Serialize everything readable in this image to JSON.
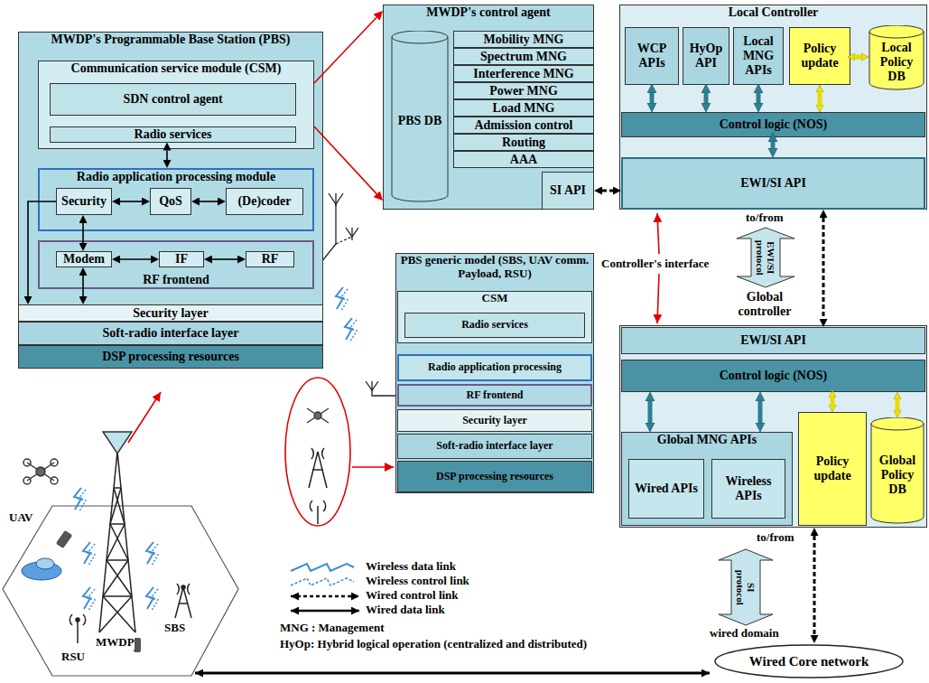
{
  "diagram": {
    "nodes": [
      {
        "text": [
          "MWDP's Programmable Base Station (PBS)"
        ]
      },
      {
        "text": [
          "Communication service module (CSM)"
        ],
        "in": 0
      },
      {
        "text": [
          "SDN control agent"
        ],
        "in": 1
      },
      {
        "text": [
          "Radio services"
        ],
        "in": 1
      },
      {
        "text": [
          "Radio application processing module"
        ],
        "in": 0
      },
      {
        "text": [
          "Security"
        ],
        "in": 4
      },
      {
        "text": [
          "QoS"
        ],
        "in": 4
      },
      {
        "text": [
          "(De)coder"
        ],
        "in": 4
      },
      {
        "text": [
          "RF frontend"
        ],
        "in": 0
      },
      {
        "text": [
          "Modem"
        ],
        "in": 8
      },
      {
        "text": [
          "IF"
        ],
        "in": 8
      },
      {
        "text": [
          "RF"
        ],
        "in": 8
      },
      {
        "text": [
          "Security layer"
        ],
        "in": 0
      },
      {
        "text": [
          "Soft-radio interface layer"
        ],
        "in": 0
      },
      {
        "text": [
          "DSP processing resources"
        ],
        "in": 0
      },
      {
        "text": [
          "MWDP's control agent"
        ]
      },
      {
        "text": [
          "PBS DB"
        ],
        "in": 15
      },
      {
        "text": [
          "Mobility MNG"
        ],
        "in": 15
      },
      {
        "text": [
          "Spectrum MNG"
        ],
        "in": 15
      },
      {
        "text": [
          "Interference MNG"
        ],
        "in": 15
      },
      {
        "text": [
          "Power MNG"
        ],
        "in": 15
      },
      {
        "text": [
          "Load MNG"
        ],
        "in": 15
      },
      {
        "text": [
          "Admission control"
        ],
        "in": 15
      },
      {
        "text": [
          "Routing"
        ],
        "in": 15
      },
      {
        "text": [
          "AAA"
        ],
        "in": 15
      },
      {
        "text": [
          "SI API"
        ],
        "in": 15
      },
      {
        "text": [
          "Local Controller"
        ]
      },
      {
        "text": [
          "WCP APIs"
        ],
        "in": 26
      },
      {
        "text": [
          "HyOp API"
        ],
        "in": 26
      },
      {
        "text": [
          "Local MNG APIs"
        ],
        "in": 26
      },
      {
        "text": [
          "Policy update"
        ],
        "in": 26
      },
      {
        "text": [
          "Local Policy DB"
        ],
        "in": 26
      },
      {
        "text": [
          "Control logic (NOS)"
        ],
        "in": 26
      },
      {
        "text": [
          "EWI/SI API"
        ],
        "in": 26
      },
      {
        "text": [
          "Global controller"
        ]
      },
      {
        "text": [
          "EWI/SI API"
        ],
        "in": 34
      },
      {
        "text": [
          "Control logic (NOS)"
        ],
        "in": 34
      },
      {
        "text": [
          "Global MNG APIs"
        ],
        "in": 34
      },
      {
        "text": [
          "Wired APIs"
        ],
        "in": 37
      },
      {
        "text": [
          "Wireless APIs"
        ],
        "in": 37
      },
      {
        "text": [
          "Policy update"
        ],
        "in": 34
      },
      {
        "text": [
          "Global Policy DB"
        ],
        "in": 34
      },
      {
        "text": [
          "PBS generic model (SBS, UAV comm. Payload, RSU)"
        ]
      },
      {
        "text": [
          "CSM"
        ],
        "in": 42
      },
      {
        "text": [
          "Radio services"
        ],
        "in": 43
      },
      {
        "text": [
          "Radio application processing"
        ],
        "in": 42
      },
      {
        "text": [
          "RF frontend"
        ],
        "in": 42
      },
      {
        "text": [
          "Security layer"
        ],
        "in": 42
      },
      {
        "text": [
          "Soft-radio interface layer"
        ],
        "in": 42
      },
      {
        "text": [
          "DSP processing resources"
        ],
        "in": 42
      },
      {
        "text": [
          "Wired Core network"
        ]
      }
    ],
    "edges": [
      {
        "from": 1,
        "to": 15,
        "arrow": "to"
      },
      {
        "from": 1,
        "to": 15,
        "arrow": "to"
      },
      {
        "from": 3,
        "to": 4,
        "arrow": "both"
      },
      {
        "from": 5,
        "to": 6,
        "arrow": "both"
      },
      {
        "from": 6,
        "to": 7,
        "arrow": "both"
      },
      {
        "from": 5,
        "to": 9,
        "arrow": "both"
      },
      {
        "from": 9,
        "to": 10,
        "arrow": "both"
      },
      {
        "from": 10,
        "to": 11,
        "arrow": "both"
      },
      {
        "from": 9,
        "to": 12,
        "arrow": "both"
      },
      {
        "from": 5,
        "to": 12,
        "arrow": "to"
      },
      {
        "from": 25,
        "to": 33,
        "arrow": "both"
      },
      {
        "from": 27,
        "to": 32,
        "arrow": "both"
      },
      {
        "from": 28,
        "to": 32,
        "arrow": "both"
      },
      {
        "from": 29,
        "to": 32,
        "arrow": "both"
      },
      {
        "from": 30,
        "to": 32,
        "arrow": "both"
      },
      {
        "from": 30,
        "to": 31,
        "arrow": "both"
      },
      {
        "from": 32,
        "to": 33,
        "arrow": "both"
      },
      {
        "from": 33,
        "to": 35,
        "arrow": "both"
      },
      {
        "from": 36,
        "to": 37,
        "arrow": "both"
      },
      {
        "from": 36,
        "to": 37,
        "arrow": "both"
      },
      {
        "from": 36,
        "to": 40,
        "arrow": "both"
      },
      {
        "from": 36,
        "to": 41,
        "arrow": "both"
      },
      {
        "from": 34,
        "to": 50,
        "arrow": "both"
      }
    ],
    "labels": [
      "to/from",
      "EWI/SI protocol",
      "Controller's interface",
      "to/from",
      "SI protocol",
      "wired domain",
      "UAV",
      "MWDP",
      "RSU",
      "SBS",
      "MNG : Management",
      "HyOp: Hybrid logical operation (centralized and distributed)"
    ],
    "legend": [
      {
        "text": "Wireless data link"
      },
      {
        "text": "Wireless control link"
      },
      {
        "text": "Wired control link"
      },
      {
        "text": "Wired data link"
      }
    ]
  }
}
